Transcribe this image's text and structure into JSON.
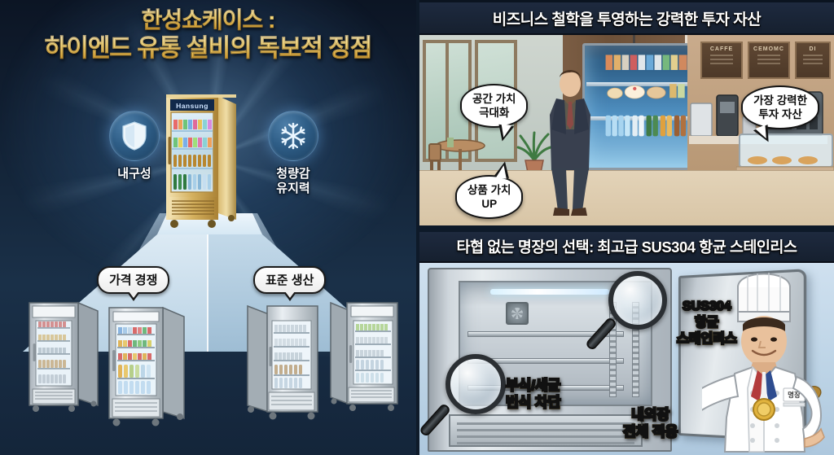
{
  "document": {
    "type": "marketing-infographic",
    "language": "ko",
    "brand": "Hansung"
  },
  "panels": {
    "left": {
      "title_line1": "한성쇼케이스 :",
      "title_line2": "하이엔드 유통 설비의 독보적 정점",
      "hero_brand_label": "Hansung",
      "features": [
        {
          "id": "durability",
          "icon": "shield-icon",
          "label": "내구성"
        },
        {
          "id": "cooling",
          "icon": "snowflake-icon",
          "label": "청량감\n유지력",
          "label_line1": "청량감",
          "label_line2": "유지력"
        }
      ],
      "callouts": [
        {
          "id": "price-competition",
          "label": "가격 경쟁"
        },
        {
          "id": "standard-production",
          "label": "표준 생산"
        }
      ],
      "competitor_count": 4
    },
    "top_right": {
      "header": "비즈니스 철학을 투영하는 강력한 투자 자산",
      "bubbles": [
        {
          "id": "space-value",
          "line1": "공간 가치",
          "line2": "극대화"
        },
        {
          "id": "product-value",
          "line1": "상품 가치",
          "line2": "UP"
        },
        {
          "id": "investment-asset",
          "line1": "가장 강력한",
          "line2": "투자 자산"
        }
      ],
      "menu_board": [
        "CAFFE",
        "CEMOMC",
        "DI"
      ]
    },
    "bottom_right": {
      "header": "타협 없는 명장의 선택: 최고급 SUS304 항균 스테인리스",
      "labels": [
        {
          "id": "sus304",
          "line1": "SUS304",
          "line2": "항균",
          "line3": "스테인리스"
        },
        {
          "id": "corrosion-block",
          "line1": "부식/세균",
          "line2": "번식 차단"
        },
        {
          "id": "full-application",
          "line1": "내외장",
          "line2": "전체 적용"
        }
      ],
      "chef_badge_text": "명장"
    }
  },
  "colors": {
    "panel_background_dark": "#0e1a29",
    "header_bar": "#1e2a3f",
    "title_gold_light": "#fff6d0",
    "title_gold_dark": "#c78f28",
    "accent_blue_glow": "#8cc8ff",
    "stainless": "#c6ced5",
    "bubble_fill": "#ffffff",
    "bubble_stroke": "#141414"
  }
}
